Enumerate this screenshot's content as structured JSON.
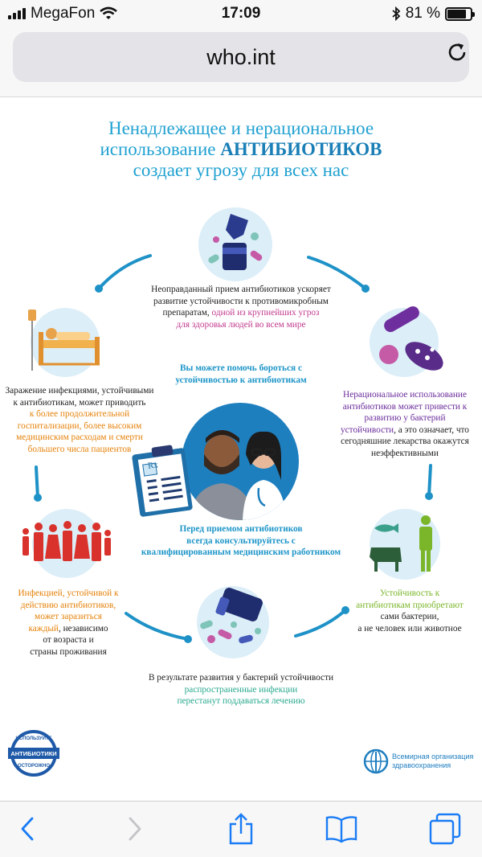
{
  "status_bar": {
    "carrier": "MegaFon",
    "time": "17:09",
    "battery_text": "81 %",
    "battery_level": 0.81
  },
  "browser": {
    "url": "who.int"
  },
  "infographic": {
    "title_line1": "Ненадлежащее и нерациональное",
    "title_line2_a": "использование ",
    "title_line2_b": "АНТИБИОТИКОВ",
    "title_line3": "создает угрозу для всех нас",
    "top_text_1": "Неоправданный прием антибиотиков ускоряет",
    "top_text_2": "развитие устойчивости к противомикробным",
    "top_text_3a": "препаратам, ",
    "top_text_3b": "одной из крупнейших угроз",
    "top_text_4": "для здоровья людей во всем мире",
    "center_top_1": "Вы можете помочь бороться с",
    "center_top_2": "устойчивостью к антибиотикам",
    "left_upper_1": "Заражение инфекциями, устойчивыми",
    "left_upper_2": "к антибиотикам, может приводить",
    "left_upper_3": "к более продолжительной",
    "left_upper_4": "госпитализации, более высоким",
    "left_upper_5": "медицинским расходам и смерти",
    "left_upper_6": "большего числа пациентов",
    "right_upper_1": "Нерациональное использование",
    "right_upper_2": "антибиотиков может привести к",
    "right_upper_3": "развитию у бактерий",
    "right_upper_4a": "устойчивости",
    "right_upper_4b": ", а это означает, что",
    "right_upper_5": "сегодняшние лекарства окажутся",
    "right_upper_6": "неэффективными",
    "center_bottom_1": "Перед приемом антибиотиков",
    "center_bottom_2": "всегда консультируйтесь с",
    "center_bottom_3": "квалифицированным медицинским работником",
    "left_lower_1": "Инфекцией, устойчивой к",
    "left_lower_2": "действию антибиотиков,",
    "left_lower_3": "может заразиться",
    "left_lower_4a": "каждый",
    "left_lower_4b": ", независимо",
    "left_lower_5": "от возраста и",
    "left_lower_6": "страны проживания",
    "right_lower_1": "Устойчивость к",
    "right_lower_2": "антибиотикам приобретают",
    "right_lower_3": "сами бактерии,",
    "right_lower_4": "а не человек или животное",
    "bottom_1": "В результате развития у бактерий устойчивости",
    "bottom_2": "распространенные инфекции",
    "bottom_3": "перестанут поддаваться лечению",
    "badge_top": "ИСПОЛЬЗУЙТЕ",
    "badge_middle": "АНТИБИОТИКИ",
    "badge_bottom": "ОСТОРОЖНО",
    "who_line1": "Всемирная организация",
    "who_line2": "здравоохранения",
    "clipboard_rx": "Rx"
  },
  "colors": {
    "title": "#20a1d1",
    "accent_pink": "#c23a8e",
    "accent_orange": "#e5820a",
    "accent_purple": "#6b2d9b",
    "accent_green": "#7bb62a",
    "accent_blue": "#1d95c8",
    "ios_blue": "#1a7cf5"
  },
  "toolbar": {
    "icons": [
      "back-icon",
      "forward-icon",
      "share-icon",
      "bookmarks-icon",
      "tabs-icon"
    ]
  }
}
